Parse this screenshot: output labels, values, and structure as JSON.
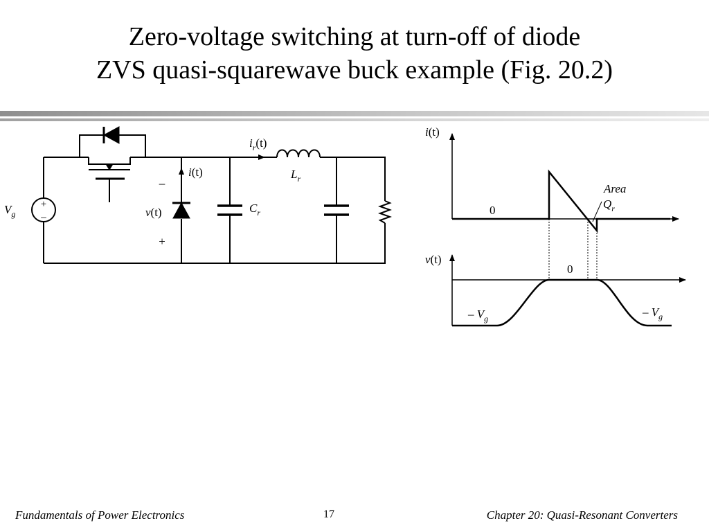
{
  "slide": {
    "title_line1": "Zero-voltage switching at turn-off of diode",
    "title_line2": "ZVS quasi-squarewave buck example (Fig. 20.2)",
    "footer_left": "Fundamentals of Power Electronics",
    "page_number": "17",
    "footer_right": "Chapter 20:  Quasi-Resonant Converters"
  },
  "circuit": {
    "source_label": "V",
    "source_sub": "g",
    "source_plus": "+",
    "source_minus": "–",
    "ir_label_a": "i",
    "ir_label_sub": "r",
    "ir_label_b": "(t)",
    "inductor_label": "L",
    "inductor_sub": "r",
    "capacitor_label": "C",
    "capacitor_sub": "r",
    "diode_current_a": "i",
    "diode_current_b": "(t)",
    "diode_voltage_a": "v",
    "diode_voltage_b": "(t)",
    "diode_voltage_minus": "–",
    "diode_voltage_plus": "+"
  },
  "waveforms": {
    "current_axis_a": "i",
    "current_axis_b": "(t)",
    "current_zero": "0",
    "area_label": "Area",
    "area_q": "Q",
    "area_q_sub": "r",
    "voltage_axis_a": "v",
    "voltage_axis_b": "(t)",
    "voltage_zero": "0",
    "left_vg_prefix": "– V",
    "left_vg_sub": "g",
    "right_vg_prefix": "– V",
    "right_vg_sub": "g"
  },
  "colors": {
    "divider_dark": "#999999",
    "divider_light": "#dddddd"
  }
}
